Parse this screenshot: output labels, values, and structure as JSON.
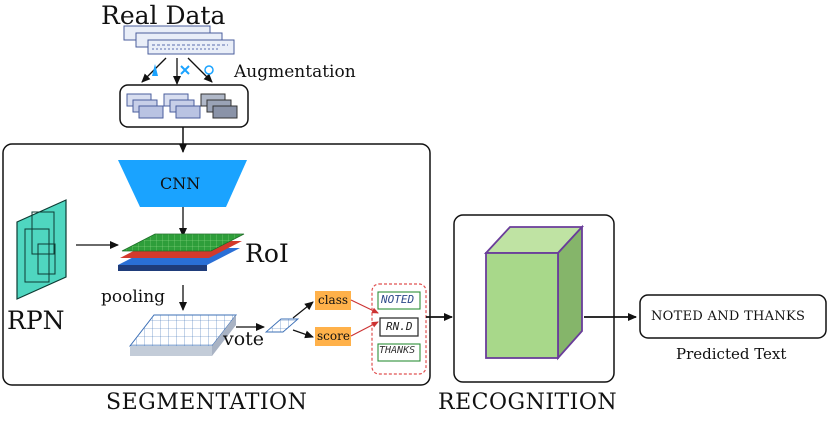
{
  "real_data_label": "Real Data",
  "augmentation_label": "Augmentation",
  "cnn_label": "CNN",
  "roi_label": "RoI",
  "rpn_label": "RPN",
  "pooling_label": "pooling",
  "vote_label": "vote",
  "class_label": "class",
  "score_label": "score",
  "word_crops": [
    "NOTED",
    "RN.D",
    "THANKS"
  ],
  "segmentation_label": "SEGMENTATION",
  "recognition_label": "RECOGNITION",
  "output_text": "NOTED AND THANKS",
  "predicted_text_label": "Predicted Text",
  "colors": {
    "cnn": "#1aa3ff",
    "rpn": "#4fd6c0",
    "tag": "#ffb14a",
    "cube_front": "#a8d88a",
    "cube_side": "#85b56a",
    "cube_edge": "#6a3d9a",
    "crop_border": "#e05050",
    "grid": "#3b6fb6"
  }
}
